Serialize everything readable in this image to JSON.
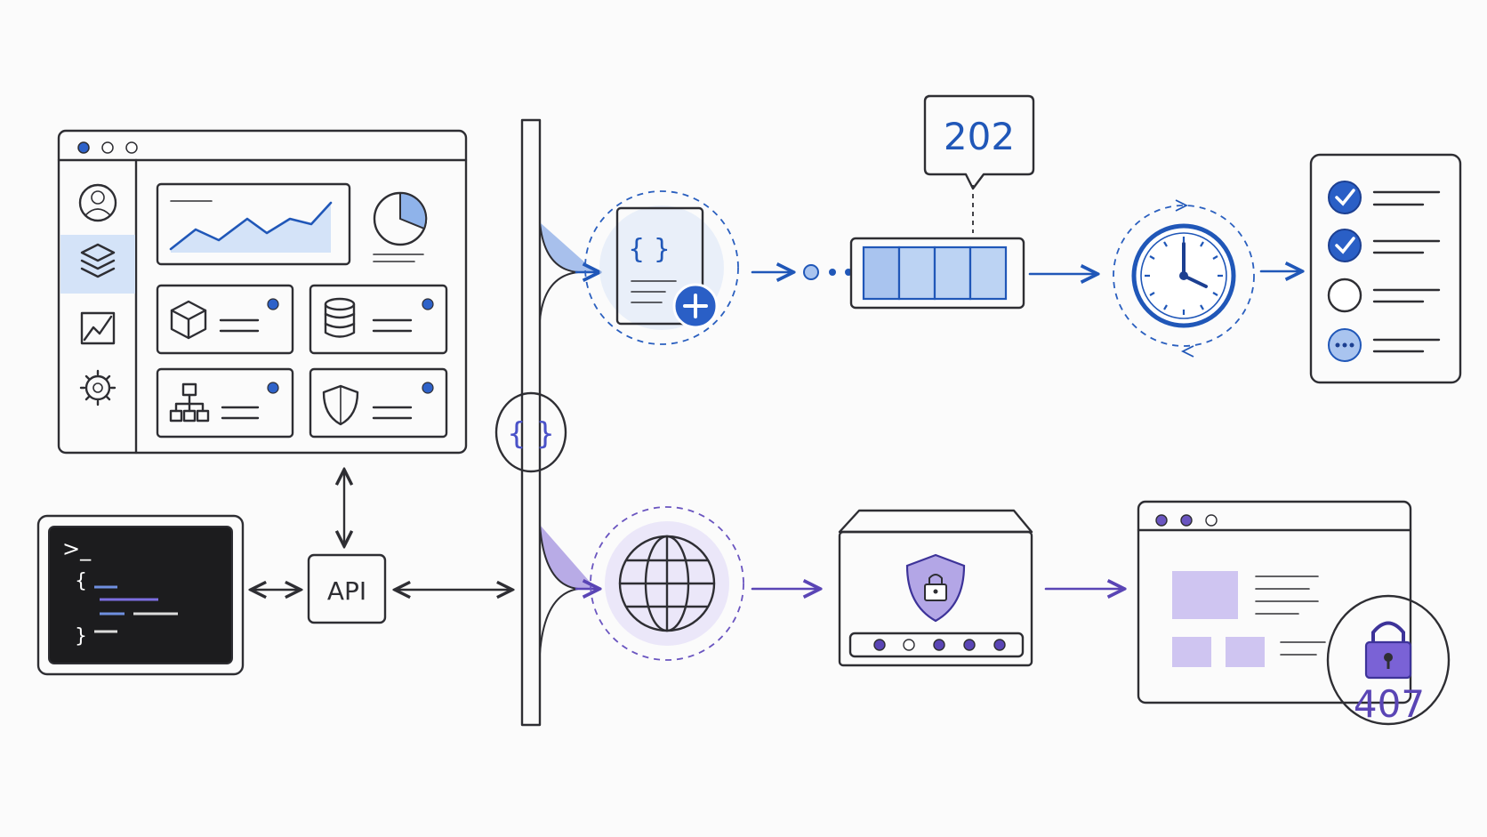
{
  "labels": {
    "api": "API",
    "status_accepted": "202",
    "status_proxy_auth": "407",
    "code_braces": "{ }",
    "doc_braces": "{ }",
    "terminal_prompt": ">_",
    "terminal_open": "{",
    "terminal_close": "}"
  },
  "checklist": {
    "items": [
      "done",
      "done",
      "pending",
      "in-progress"
    ]
  },
  "server": {
    "leds": [
      "on",
      "off",
      "on",
      "on",
      "on"
    ]
  },
  "colors": {
    "ink": "#2e2e33",
    "blue": "#2057b8",
    "blue_fill": "#cfe0f7",
    "violet": "#5a45b5",
    "violet_fill": "#ddd6f5",
    "terminal_bg": "#1c1c1e"
  }
}
